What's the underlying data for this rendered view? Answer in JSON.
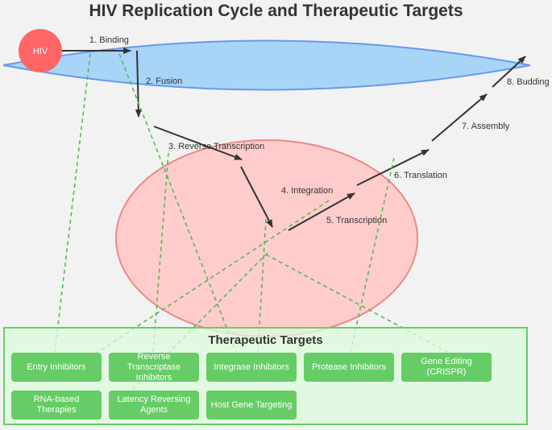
{
  "diagram": {
    "title": "HIV Replication Cycle and Therapeutic Targets",
    "virus_label": "HIV",
    "steps": [
      "1. Binding",
      "2. Fusion",
      "3. Reverse Transcription",
      "4. Integration",
      "5. Transcription",
      "6. Translation",
      "7. Assembly",
      "8. Budding"
    ],
    "targets_title": "Therapeutic Targets",
    "targets": [
      "Entry Inhibitors",
      "Reverse Transcriptase Inhibitors",
      "Integrase Inhibitors",
      "Protease Inhibitors",
      "Gene Editing (CRISPR)",
      "RNA-based Therapies",
      "Latency Reversing Agents",
      "Host Gene Targeting"
    ],
    "colors": {
      "virus": "#ff6666",
      "membrane": "#a8d4f8",
      "membrane_stroke": "#6699ee",
      "nucleus": "#ffcccc",
      "nucleus_stroke": "#ee8888",
      "target": "#66cc66",
      "arrow": "#333333"
    }
  }
}
